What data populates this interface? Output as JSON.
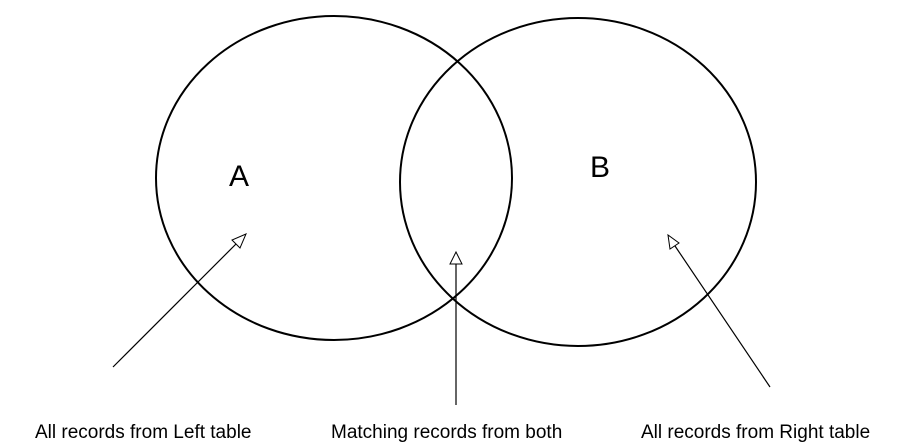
{
  "diagram": {
    "sets": [
      {
        "id": "a",
        "label": "A"
      },
      {
        "id": "b",
        "label": "B"
      }
    ],
    "captions": {
      "left": "All records from Left table",
      "middle": "Matching records from both",
      "right": "All records from Right table"
    },
    "colors": {
      "stroke": "#000000",
      "background": "#ffffff"
    }
  }
}
